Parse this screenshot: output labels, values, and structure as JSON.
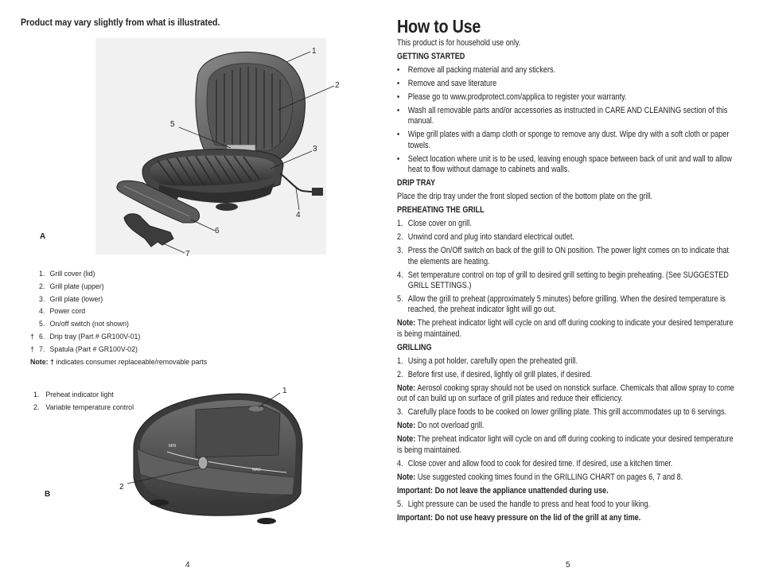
{
  "left_page": {
    "disclaimer": "Product may vary slightly from what is illustrated.",
    "figure_a": {
      "label": "A",
      "callouts": [
        "1",
        "2",
        "3",
        "4",
        "5",
        "6",
        "7"
      ]
    },
    "parts_list": [
      {
        "mark": "",
        "num": "1.",
        "text": "Grill cover (lid)"
      },
      {
        "mark": "",
        "num": "2.",
        "text": "Grill plate (upper)"
      },
      {
        "mark": "",
        "num": "3.",
        "text": "Grill plate (lower)"
      },
      {
        "mark": "",
        "num": "4.",
        "text": "Power cord"
      },
      {
        "mark": "",
        "num": "5.",
        "text": "On/off switch (not shown)"
      },
      {
        "mark": "†",
        "num": "6.",
        "text": "Drip tray (Part # GR100V-01)"
      },
      {
        "mark": "†",
        "num": "7.",
        "text": "Spatula (Part # GR100V-02)"
      }
    ],
    "note_label": "Note: †",
    "note_text": " indicates consumer replaceable/removable parts",
    "figure_b": {
      "label": "B",
      "callouts": [
        "1",
        "2"
      ],
      "min_text": "MIN",
      "max_text": "MAX",
      "list": [
        {
          "num": "1.",
          "text": "Preheat indicator light"
        },
        {
          "num": "2.",
          "text": "Variable temperature control"
        }
      ]
    },
    "page_number": "4"
  },
  "right_page": {
    "title": "How to Use",
    "intro": "This product is for household use only.",
    "getting_started": {
      "heading": "GETTING STARTED",
      "bullet": "•",
      "items": [
        "Remove all packing material and any stickers.",
        "Remove and save literature",
        "Please go to www.prodprotect.com/applica to register your warranty.",
        "Wash all removable parts and/or accessories as instructed in CARE AND CLEANING section of this manual.",
        "Wipe grill plates with a damp cloth or sponge to remove any dust. Wipe dry with a soft cloth or paper towels.",
        "Select location where unit is to be used, leaving enough space between back of unit and wall to allow heat to flow without damage to cabinets and walls."
      ]
    },
    "drip_tray": {
      "heading": "DRIP TRAY",
      "text": "Place the drip tray under the front sloped section of the bottom plate on the grill."
    },
    "preheating": {
      "heading": "PREHEATING THE GRILL",
      "items": [
        {
          "num": "1.",
          "text": "Close cover on grill."
        },
        {
          "num": "2.",
          "text": "Unwind cord and plug into standard electrical outlet."
        },
        {
          "num": "3.",
          "text": "Press the On/Off switch on back of the grill to ON position. The power light comes on to indicate that the elements are heating."
        },
        {
          "num": "4.",
          "text": "Set temperature control on top of grill to desired grill setting to begin preheating. (See SUGGESTED GRILL SETTINGS.)"
        },
        {
          "num": "5.",
          "text": "Allow the grill to preheat (approximately 5 minutes) before grilling. When the desired temperature is reached, the preheat indicator light will go out."
        }
      ],
      "note_label": "Note:",
      "note_text": " The preheat indicator light will cycle on and off during cooking to indicate your desired temperature is being maintained."
    },
    "grilling": {
      "heading": "GRILLING",
      "item1": {
        "num": "1.",
        "text": "Using a pot holder, carefully open the preheated grill."
      },
      "item2": {
        "num": "2.",
        "text": "Before first use, if desired, lightly oil grill plates, if desired."
      },
      "note1_label": "Note:",
      "note1_text": "  Aerosol cooking spray should not be used on nonstick surface. Chemicals that allow spray to come out of can build up on surface of grill plates and reduce their efficiency.",
      "item3": {
        "num": "3.",
        "text": "Carefully place foods to be cooked on lower grilling plate. This grill accommodates up to 6 servings."
      },
      "note2_label": "Note:",
      "note2_text": "  Do not overload grill.",
      "note3_label": "Note:",
      "note3_text": " The preheat indicator light will cycle on and off during cooking to indicate your desired temperature is being maintained.",
      "item4": {
        "num": "4.",
        "text": "Close cover and allow food to cook for desired time. If desired, use a kitchen timer."
      },
      "note4_label": "Note:",
      "note4_text": "  Use suggested cooking times found in the GRILLING CHART on pages 6, 7 and 8.",
      "important1": "Important:  Do not leave the appliance unattended during use.",
      "item5": {
        "num": "5.",
        "text": "Light pressure can be used the handle to press and heat food to your liking."
      },
      "important2": "Important: Do not use heavy pressure on the lid of the grill at any time."
    },
    "page_number": "5"
  }
}
